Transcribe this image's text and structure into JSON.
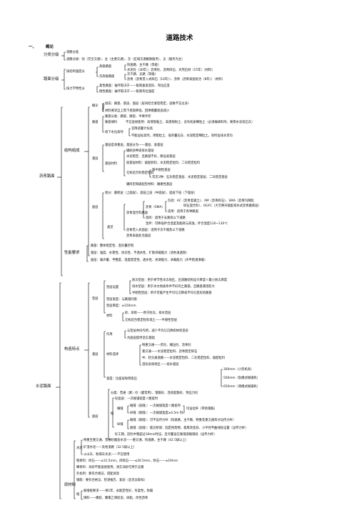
{
  "title": "道路技术",
  "section": {
    "num": "一、",
    "label": "概论"
  },
  "outline": {
    "road_class": {
      "heading": "分类分级",
      "items": [
        "道路分类",
        "道路分级：快（完全交通）、主（主要交通）、次（区域交通集散服务）、支（服务为主）"
      ]
    },
    "pavement_class": {
      "heading": "路面分级",
      "by_strength": "按结构强度分",
      "high_grade": "高级路面",
      "high_main": "快速路、主干路（等级）",
      "high_mat": "水泥砼（30年）；沥青砼、沥青碎石、天然石材（15年）（材料）",
      "sub_grade": "次高级路面",
      "sub_road": "次干路、支路（等级）",
      "sub_mat": "沥青（沥青贯入式碎石（10年））、沥青（沥青表面处治（8年））（材料）",
      "by_mech": "按力学特性分",
      "elastic": "柔性路面：破坏取决于——极限垂直变形、弯拉应变",
      "rigid": "刚性路面：破坏取决于——极限弯拉强度"
    },
    "asphalt": {
      "heading": "沥青路面",
      "structure": {
        "heading": "结构组成",
        "overview": {
          "heading": "概论",
          "composition": "组成：路基、基层、面层（层间结合紧密稳定，层数不宜过多）",
          "requirement": "材料要求自上而下逐渐降低，回弹模量逐层减小"
        },
        "subgrade": {
          "heading": "路基",
          "types": "路基分类：路堤、路堑、半填半挖",
          "fill_heading": "路基填料",
          "fill_text": "不宜直接使用：高液限黏土、高液限粉土、含有机质细粒土（必须做填料时，要掺水泥或石灰）",
          "underground": "地下水位高时",
          "under_a": "宜降适量计标高",
          "under_b": "不能设标高时，用粗粒土、低剂量石灰、水泥稳定细粒土，同时设排水渗沟"
        },
        "base": {
          "heading": "基层",
          "bearing": "基层是承重层，基层分为——基层、底基层",
          "mat_heading": "基层材料",
          "granular": "碾刷多种适排水基层",
          "cement": "水泥稳定、且路基不好，要设底基层",
          "lime": "底基层材料：级配碎料、水泥稳定粒料、二灰稳定粒料",
          "inorganic": "无机结合料稳定粒料",
          "inorg_a": "属半刚性基层",
          "inorg_b": "常见1种：石灰稳定基层、水泥稳定基层、二灰稳定基层",
          "gravel": "碾碎型和级配型材料：碾素性基层"
        },
        "surface": {
          "heading": "面层",
          "division": "划分：磨耗层（上面层）、面层上层（中面层）、面层下层（下面层）",
          "mix_heading": "沥青混合料路面",
          "types_heading": "类型",
          "sma": "沥青（SMA）",
          "agg_list": "包括：AC（沥青混凝土）、AM（沥青碎石）、SMA（沥青玛蹄脂",
          "agg_list2": "碎石混合料）、OGFC（大空隙开级配排水式沥青磨耗层）",
          "sma_use": "适用：适用于各种路面",
          "pen": "沥碎：适用于支路及以下道路",
          "warm": "温拌：可降低拌合温度及能耗与排放，拌合温度120~130℃",
          "penetration": "沥青贯入式面层：适用于次干路及以下道路",
          "surface_treat": "沥青表面处治面层"
        }
      },
      "perf": {
        "heading": "性能要求",
        "subgrade": "路基：整体稳定性、变形量控制",
        "base": "基层：强度、水稳性、抗冻性、不透水性、扩散荷载能力（须各道透频）",
        "surface": "面层：噪声量、平整度、温度稳定性、透水性、抗滑能力、承载能力（声平稳透滑载）"
      }
    },
    "concrete": {
      "heading": "水泥路面",
      "structure": {
        "heading": "构造特点",
        "subgrade": {
          "heading": "垫层",
          "h1": "垫层设置",
          "h1a": "防冻垫层：用于季节性冰冻地区，且道路结构设计厚度＜最小防冻厚度",
          "h1b": "排水垫层：用于水文地质条件不好的土路基，且路基潮湿较大",
          "h1c": "半刚性垫层：用于可能产生不均匀沉降或不均匀变形的路基",
          "width": "垫层宽度：与路基同宽",
          "thickness": "垫层厚度：≥150mm",
          "mat": "材料",
          "mat_a": "砂、砂砾——用于防冻、排水垫层",
          "mat_b": "无机结合稳定粒料或土——半刚性垫层"
        },
        "base": {
          "heading": "基层",
          "func": "作用",
          "func_a": "与垫层共同作用，减少不均匀沉降和体积变形",
          "func_b": "为面层提供坚实基础",
          "mat_heading": "材料选择",
          "mat_a": "特重交通——贫砼、碾压砼、沥青砼",
          "mat_b": "重交通——水泥稳定粒料、沥青稳定碎石",
          "mat_c": "中、轻交通道路——水泥稳定粒料、二灰稳定粒料、级配粒料",
          "mat_d": "湿润多雨地区——排水基层",
          "width_heading": "宽度：比面层每侧宽出",
          "w1": "300mm（小型机具）",
          "w2": "500mm（轨模式摊铺机）",
          "w3": "650mm（滑模式摊铺机）"
        },
        "surface": {
          "heading": "面层",
          "types": "分类：普通（素）砼（最常用）、钢筋砼、连续配筋砼、预应力砼",
          "thickness": "砼面层：一次摊铺宽度＜路宽时",
          "seam": "缝",
          "cross": "横缝",
          "cross_a": "缩缝（直缝）：一次摊铺宽度＜路宽时",
          "cross_b": "纵缝（假缝）：一次摊铺宽度≥4.5m 时",
          "cross_c": "均设拉杆（带防钢筋）",
          "lon": "纵缝",
          "lon_a": "缩缝（假缝）：可不设传力杆（快速路、主干路、特重及重交通等才设传力杆）",
          "lon_b": "胀缝（直缝）：临近桥梁、固定构筑物、板厚改变处、小半径平曲线处设置（设传力杆）",
          "cure": "砼工期，因砼中粗超过30min时设，且尽量设在胀缝或缩缝处（设传力杆）"
        }
      },
      "materials": {
        "heading": "原材料",
        "cement_heading": "水泥",
        "cement_a": "特重至重交通、普通砼酸盐水泥——重交通、快速路、主干路（42.5级以上）",
        "cement_b": "矿渣水泥——其他道路（32.5级以上）",
        "cement_c": "火山灰、粉煤灰水泥——不宜使用",
        "agg": "粗骨料：碎石——≤31.5mm，碎砾石——≤26.5mm，砾石——≤19mm",
        "fine": "细骨料：海砂不能直接使用，须先海砂可用于支路",
        "add": "外加剂：要有合格证、搭配试验",
        "steel": "钢筋：要有合格证、检测报告、复验（含见证取样）",
        "joint_heading": "缝",
        "joint_a": "胀缝板要求——弹2年、永能定性好，有柔性，防腐",
        "joint_b": "填料——橡胶、聚氯乙烯胶泥、树脂、改性沥青"
      }
    }
  }
}
